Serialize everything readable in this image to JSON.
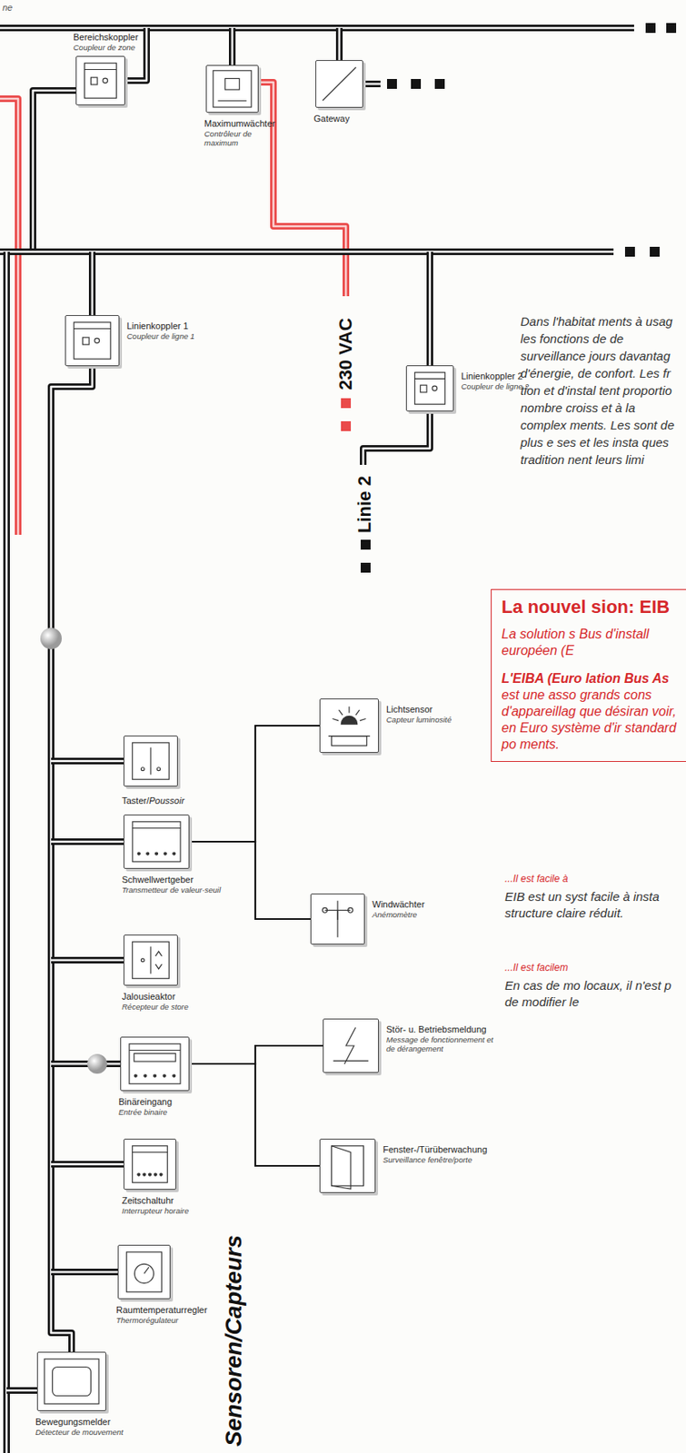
{
  "diagram": {
    "nodes": [
      {
        "text": [
          "Bereichskoppler",
          "Coupleur de zone"
        ]
      },
      {
        "text": [
          "Maximumwächter",
          "Contrôleur de maximum"
        ]
      },
      {
        "text": [
          "Gateway"
        ]
      },
      {
        "text": [
          "Linienkoppler 1",
          "Coupleur de ligne 1"
        ]
      },
      {
        "text": [
          "Linienkoppler 2",
          "Coupleur de ligne 2"
        ]
      },
      {
        "text": [
          "Taster/",
          "Poussoir"
        ]
      },
      {
        "text": [
          "Schwellwertgeber",
          "Transmetteur de valeur-seuil"
        ]
      },
      {
        "text": [
          "Lichtsensor",
          "Capteur luminosité"
        ]
      },
      {
        "text": [
          "Windwächter",
          "Anémomètre"
        ]
      },
      {
        "text": [
          "Jalousieaktor",
          "Récepteur de store"
        ]
      },
      {
        "text": [
          "Stör- u. Betriebsmeldung",
          "Message de fonctionnement et de dérangement"
        ]
      },
      {
        "text": [
          "Binäreingang",
          "Entrée binaire"
        ]
      },
      {
        "text": [
          "Fenster-/Türüberwachung",
          "Surveillance fenêtre/porte"
        ]
      },
      {
        "text": [
          "Zeitschaltuhr",
          "Interrupteur horaire"
        ]
      },
      {
        "text": [
          "Raumtemperaturregler",
          "Thermorégulateur"
        ]
      },
      {
        "text": [
          "Bewegungsmelder",
          "Détecteur de mouvement"
        ]
      },
      {
        "text": [
          "La nouvel sion: EIB",
          "La solution s Bus d'install européen (E",
          "L'EIBA (Euro lation Bus As",
          "est une asso grands cons d'appareillag que désiran voir, en Euro système d'ir standard po ments."
        ]
      }
    ],
    "edges": [
      {
        "from": 6,
        "to": 7,
        "arrow": "none"
      },
      {
        "from": 6,
        "to": 8,
        "arrow": "none"
      },
      {
        "from": 11,
        "to": 10,
        "arrow": "none"
      },
      {
        "from": 11,
        "to": 12,
        "arrow": "none"
      }
    ],
    "labels": [
      "ne",
      "230 VAC",
      "Linie 2",
      "Sensoren/Capteurs",
      "Dans l'habitat ments à usag les fonctions de de surveillance jours davantag d'énergie, de confort. Les fr tion et d'instal tent proportio nombre croiss et à la complex ments. Les sont de plus e ses et les insta ques tradition nent leurs limi",
      "...Il est facile à",
      "EIB est un syst facile à insta structure claire réduit.",
      "...Il est facilem",
      "En cas de mo locaux, il n'est p de modifier le"
    ]
  }
}
